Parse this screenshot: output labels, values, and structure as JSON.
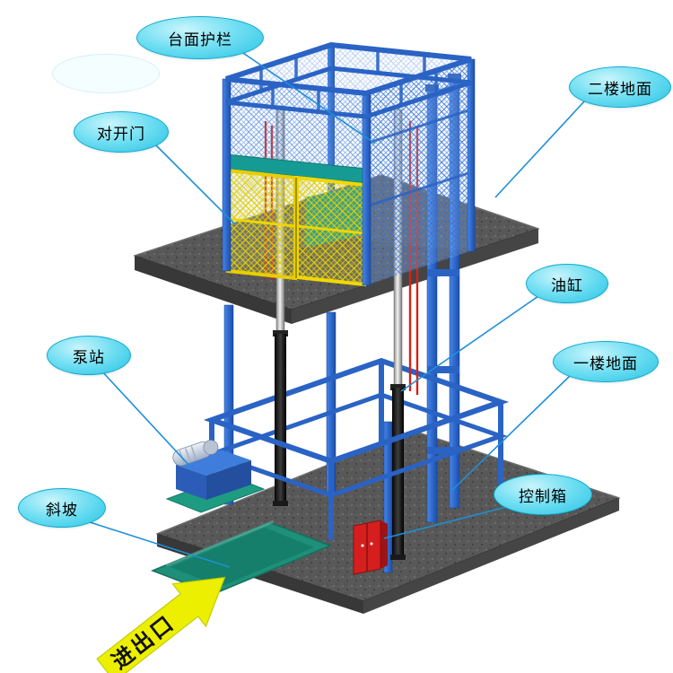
{
  "callouts": [
    {
      "id": "platform-guardrail",
      "label": "台面护栏"
    },
    {
      "id": "second-floor-ground",
      "label": "二楼地面"
    },
    {
      "id": "double-swing-door",
      "label": "对开门"
    },
    {
      "id": "oil-cylinder",
      "label": "油缸"
    },
    {
      "id": "pump-station",
      "label": "泵站"
    },
    {
      "id": "first-floor-ground",
      "label": "一楼地面"
    },
    {
      "id": "control-box",
      "label": "控制箱"
    },
    {
      "id": "ramp",
      "label": "斜坡"
    }
  ],
  "arrow": {
    "label": "进出口"
  },
  "colors": {
    "callout_fill": "#4fd4ee",
    "callout_border": "#0fa9cf",
    "structure_blue": "#2a63c4",
    "slab_gray": "#585858",
    "ramp_teal": "#1e8f78",
    "door_yellow": "#f0d800",
    "door_header_teal": "#159b94",
    "control_box_red": "#d51f1f",
    "arrow_yellow": "#ecf000",
    "leader_line": "#1e8fd8"
  }
}
